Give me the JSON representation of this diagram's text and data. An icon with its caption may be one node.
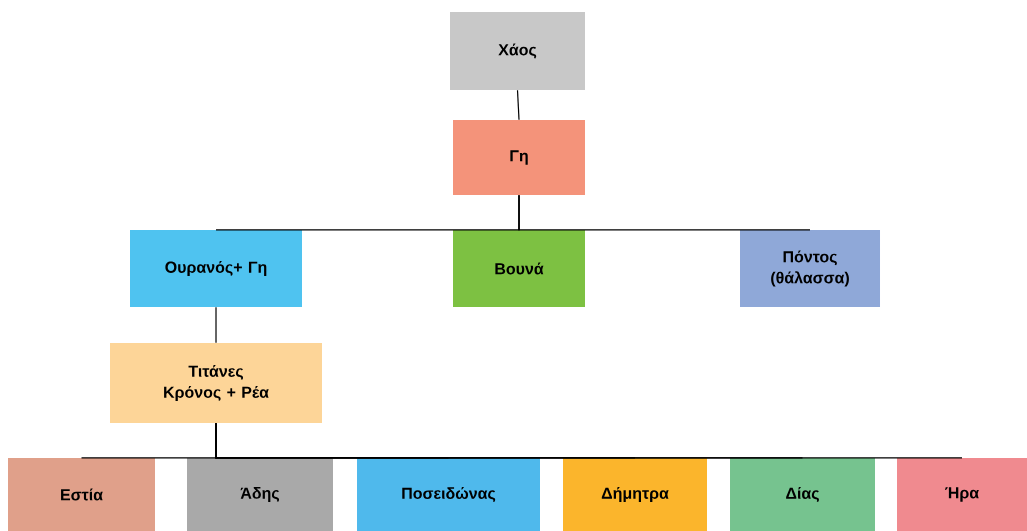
{
  "diagram": {
    "nodes": [
      {
        "text": [
          "Χάος"
        ]
      },
      {
        "text": [
          "Γη"
        ]
      },
      {
        "text": [
          "Ουρανός+ Γη"
        ]
      },
      {
        "text": [
          "Βουνά"
        ]
      },
      {
        "text": [
          "Πόντος (θάλασσα)"
        ]
      },
      {
        "text": [
          "Τιτάνες",
          "Κρόνος + Ρέα"
        ]
      },
      {
        "text": [
          "Εστία"
        ]
      },
      {
        "text": [
          "Άδης"
        ]
      },
      {
        "text": [
          "Ποσειδώνας"
        ]
      },
      {
        "text": [
          "Δήμητρα"
        ]
      },
      {
        "text": [
          "Δίας"
        ]
      },
      {
        "text": [
          "Ήρα"
        ]
      }
    ],
    "edges": [
      {
        "from": 0,
        "to": 1,
        "arrow": "none"
      },
      {
        "from": 1,
        "to": 2,
        "arrow": "none"
      },
      {
        "from": 1,
        "to": 3,
        "arrow": "none"
      },
      {
        "from": 1,
        "to": 4,
        "arrow": "none"
      },
      {
        "from": 2,
        "to": 5,
        "arrow": "none"
      },
      {
        "from": 5,
        "to": 6,
        "arrow": "none"
      },
      {
        "from": 5,
        "to": 7,
        "arrow": "none"
      },
      {
        "from": 5,
        "to": 8,
        "arrow": "none"
      },
      {
        "from": 5,
        "to": 9,
        "arrow": "none"
      },
      {
        "from": 5,
        "to": 10,
        "arrow": "none"
      },
      {
        "from": 5,
        "to": 11,
        "arrow": "none"
      }
    ]
  }
}
